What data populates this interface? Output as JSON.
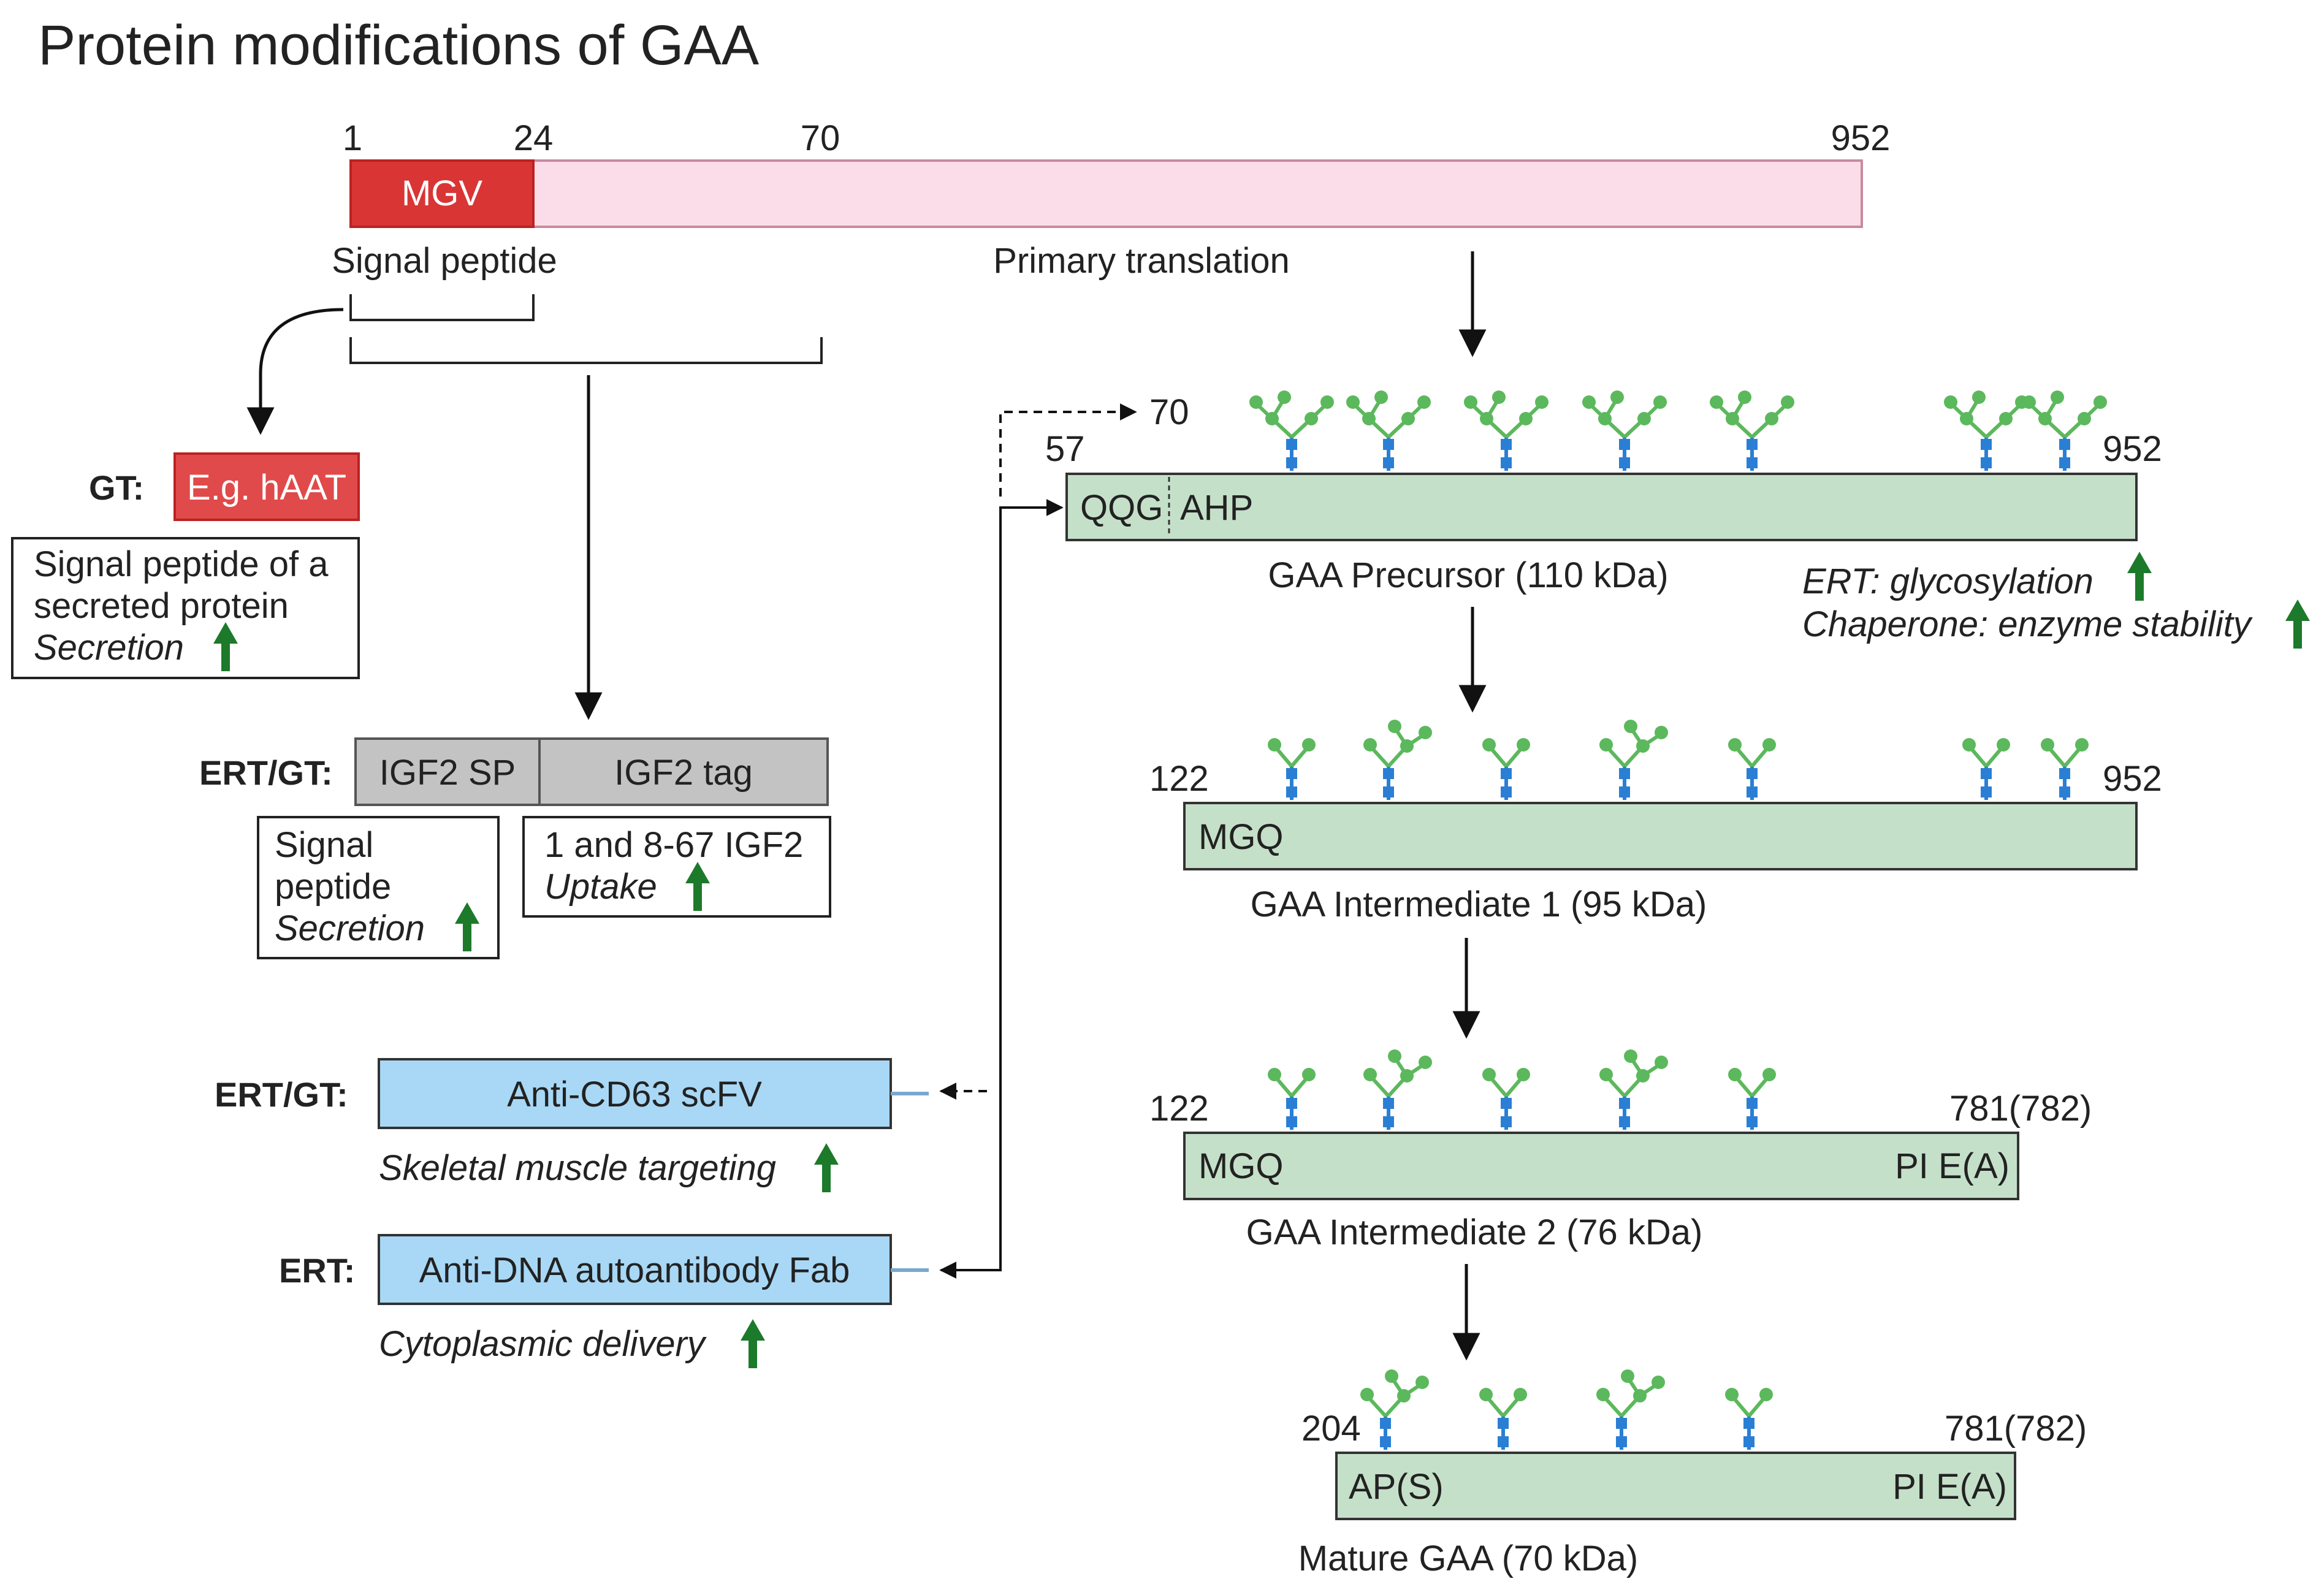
{
  "title": "Protein modifications of GAA",
  "primary": {
    "num_1": "1",
    "num_24": "24",
    "num_70": "70",
    "num_952": "952",
    "mgv": "MGV",
    "signal_peptide": "Signal peptide",
    "primary_translation": "Primary translation"
  },
  "gt": {
    "prefix": "GT:",
    "box": "E.g. hAAT",
    "desc_line1": "Signal peptide of a",
    "desc_line2": "secreted protein",
    "desc_effect": "Secretion"
  },
  "igf2": {
    "prefix": "ERT/GT:",
    "sp": "IGF2 SP",
    "tag": "IGF2 tag",
    "sp_desc_line1": "Signal",
    "sp_desc_line2": "peptide",
    "sp_desc_effect": "Secretion",
    "tag_desc_line1": "1 and 8-67 IGF2",
    "tag_desc_effect": "Uptake"
  },
  "cd63": {
    "prefix": "ERT/GT:",
    "box": "Anti-CD63 scFV",
    "effect": "Skeletal muscle targeting"
  },
  "dna": {
    "prefix": "ERT:",
    "box": "Anti-DNA autoantibody Fab",
    "effect": "Cytoplasmic delivery"
  },
  "precursor": {
    "num_70": "70",
    "num_57": "57",
    "num_952": "952",
    "left": "QQG",
    "mid": "AHP",
    "label": "GAA Precursor (110 kDa)",
    "note1": "ERT: glycosylation",
    "note2": "Chaperone: enzyme stability"
  },
  "intermediate1": {
    "num_start": "122",
    "num_end": "952",
    "left": "MGQ",
    "label": "GAA Intermediate 1 (95 kDa)"
  },
  "intermediate2": {
    "num_start": "122",
    "num_end": "781(782)",
    "left": "MGQ",
    "right": "PI E(A)",
    "label": "GAA Intermediate 2 (76 kDa)"
  },
  "mature": {
    "num_start": "204",
    "num_end": "781(782)",
    "left": "AP(S)",
    "right": "PI E(A)",
    "label": "Mature GAA (70 kDa)"
  },
  "colors": {
    "signal_red": "#d93535",
    "primary_pink": "#fbdde9",
    "gaa_green": "#c5e0c9",
    "igf2_gray": "#c3c3c3",
    "antibody_blue": "#a8d8f5",
    "glycan_green": "#5cb85c",
    "glycan_blue": "#2a7fd4",
    "arrow_up_green": "#1c7a2a"
  }
}
